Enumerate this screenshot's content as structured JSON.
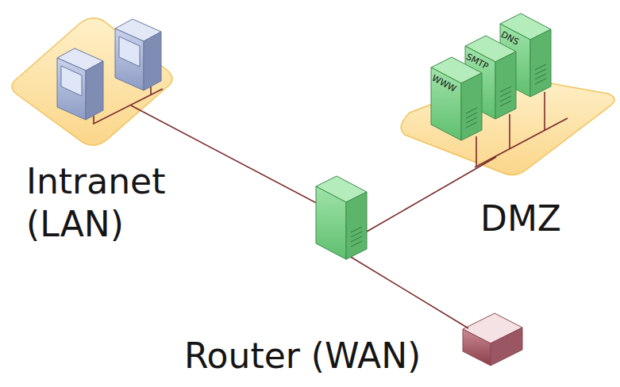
{
  "diagram": {
    "nodes": [
      {
        "text": [
          "Intranet (LAN)"
        ]
      },
      {
        "text": [
          "DMZ"
        ]
      },
      {
        "text": [
          "WWW"
        ],
        "in": 1
      },
      {
        "text": [
          "SMTP"
        ],
        "in": 1
      },
      {
        "text": [
          "DNS"
        ],
        "in": 1
      },
      {
        "text": [
          "Router (WAN)"
        ]
      }
    ]
  }
}
